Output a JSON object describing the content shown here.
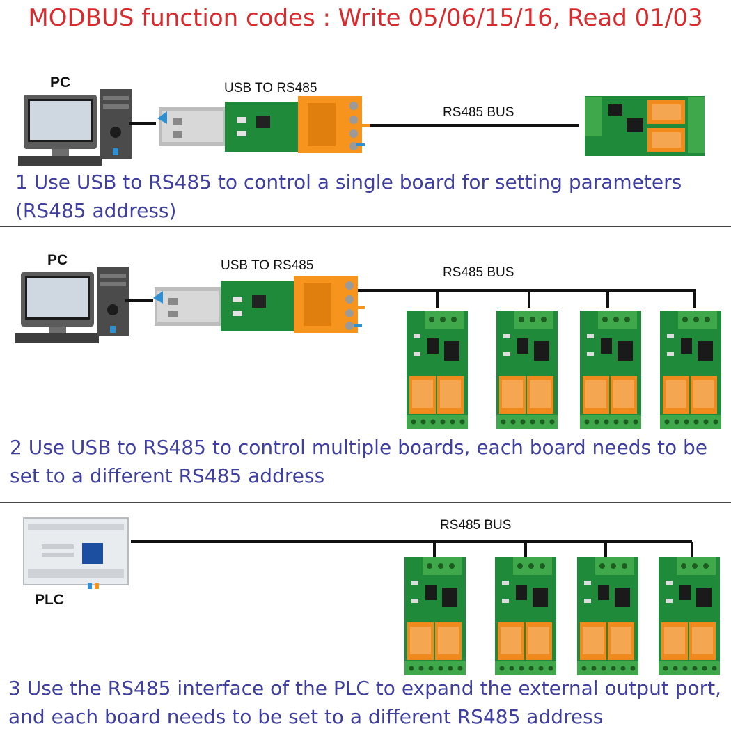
{
  "title": "MODBUS function codes : Write 05/06/15/16, Read 01/03",
  "section1": {
    "pc_label": "PC",
    "converter_label": "USB TO RS485",
    "bus_label": "RS485 BUS",
    "description_line1": "1 Use USB to RS485 to control a single board for setting parameters",
    "description_line2": "(RS485 address)"
  },
  "section2": {
    "pc_label": "PC",
    "converter_label": "USB TO RS485",
    "bus_label": "RS485 BUS",
    "board_count": 4,
    "description_line1": "2 Use USB to RS485 to control multiple boards, each board needs to be",
    "description_line2": "set to a different RS485 address"
  },
  "section3": {
    "plc_label": "PLC",
    "bus_label": "RS485 BUS",
    "board_count": 4,
    "description_line1": "3 Use the RS485 interface of the PLC to expand the external output port,",
    "description_line2": "and each board needs to be set to a different RS485 address"
  },
  "colors": {
    "title": "#d92b2e",
    "description": "#3f3fa0",
    "pcb": "#1f8a3a",
    "relay": "#f08a1c",
    "terminal": "#3fa84a",
    "usb_metal": "#b8b8b8",
    "connector": "#f7941d"
  }
}
